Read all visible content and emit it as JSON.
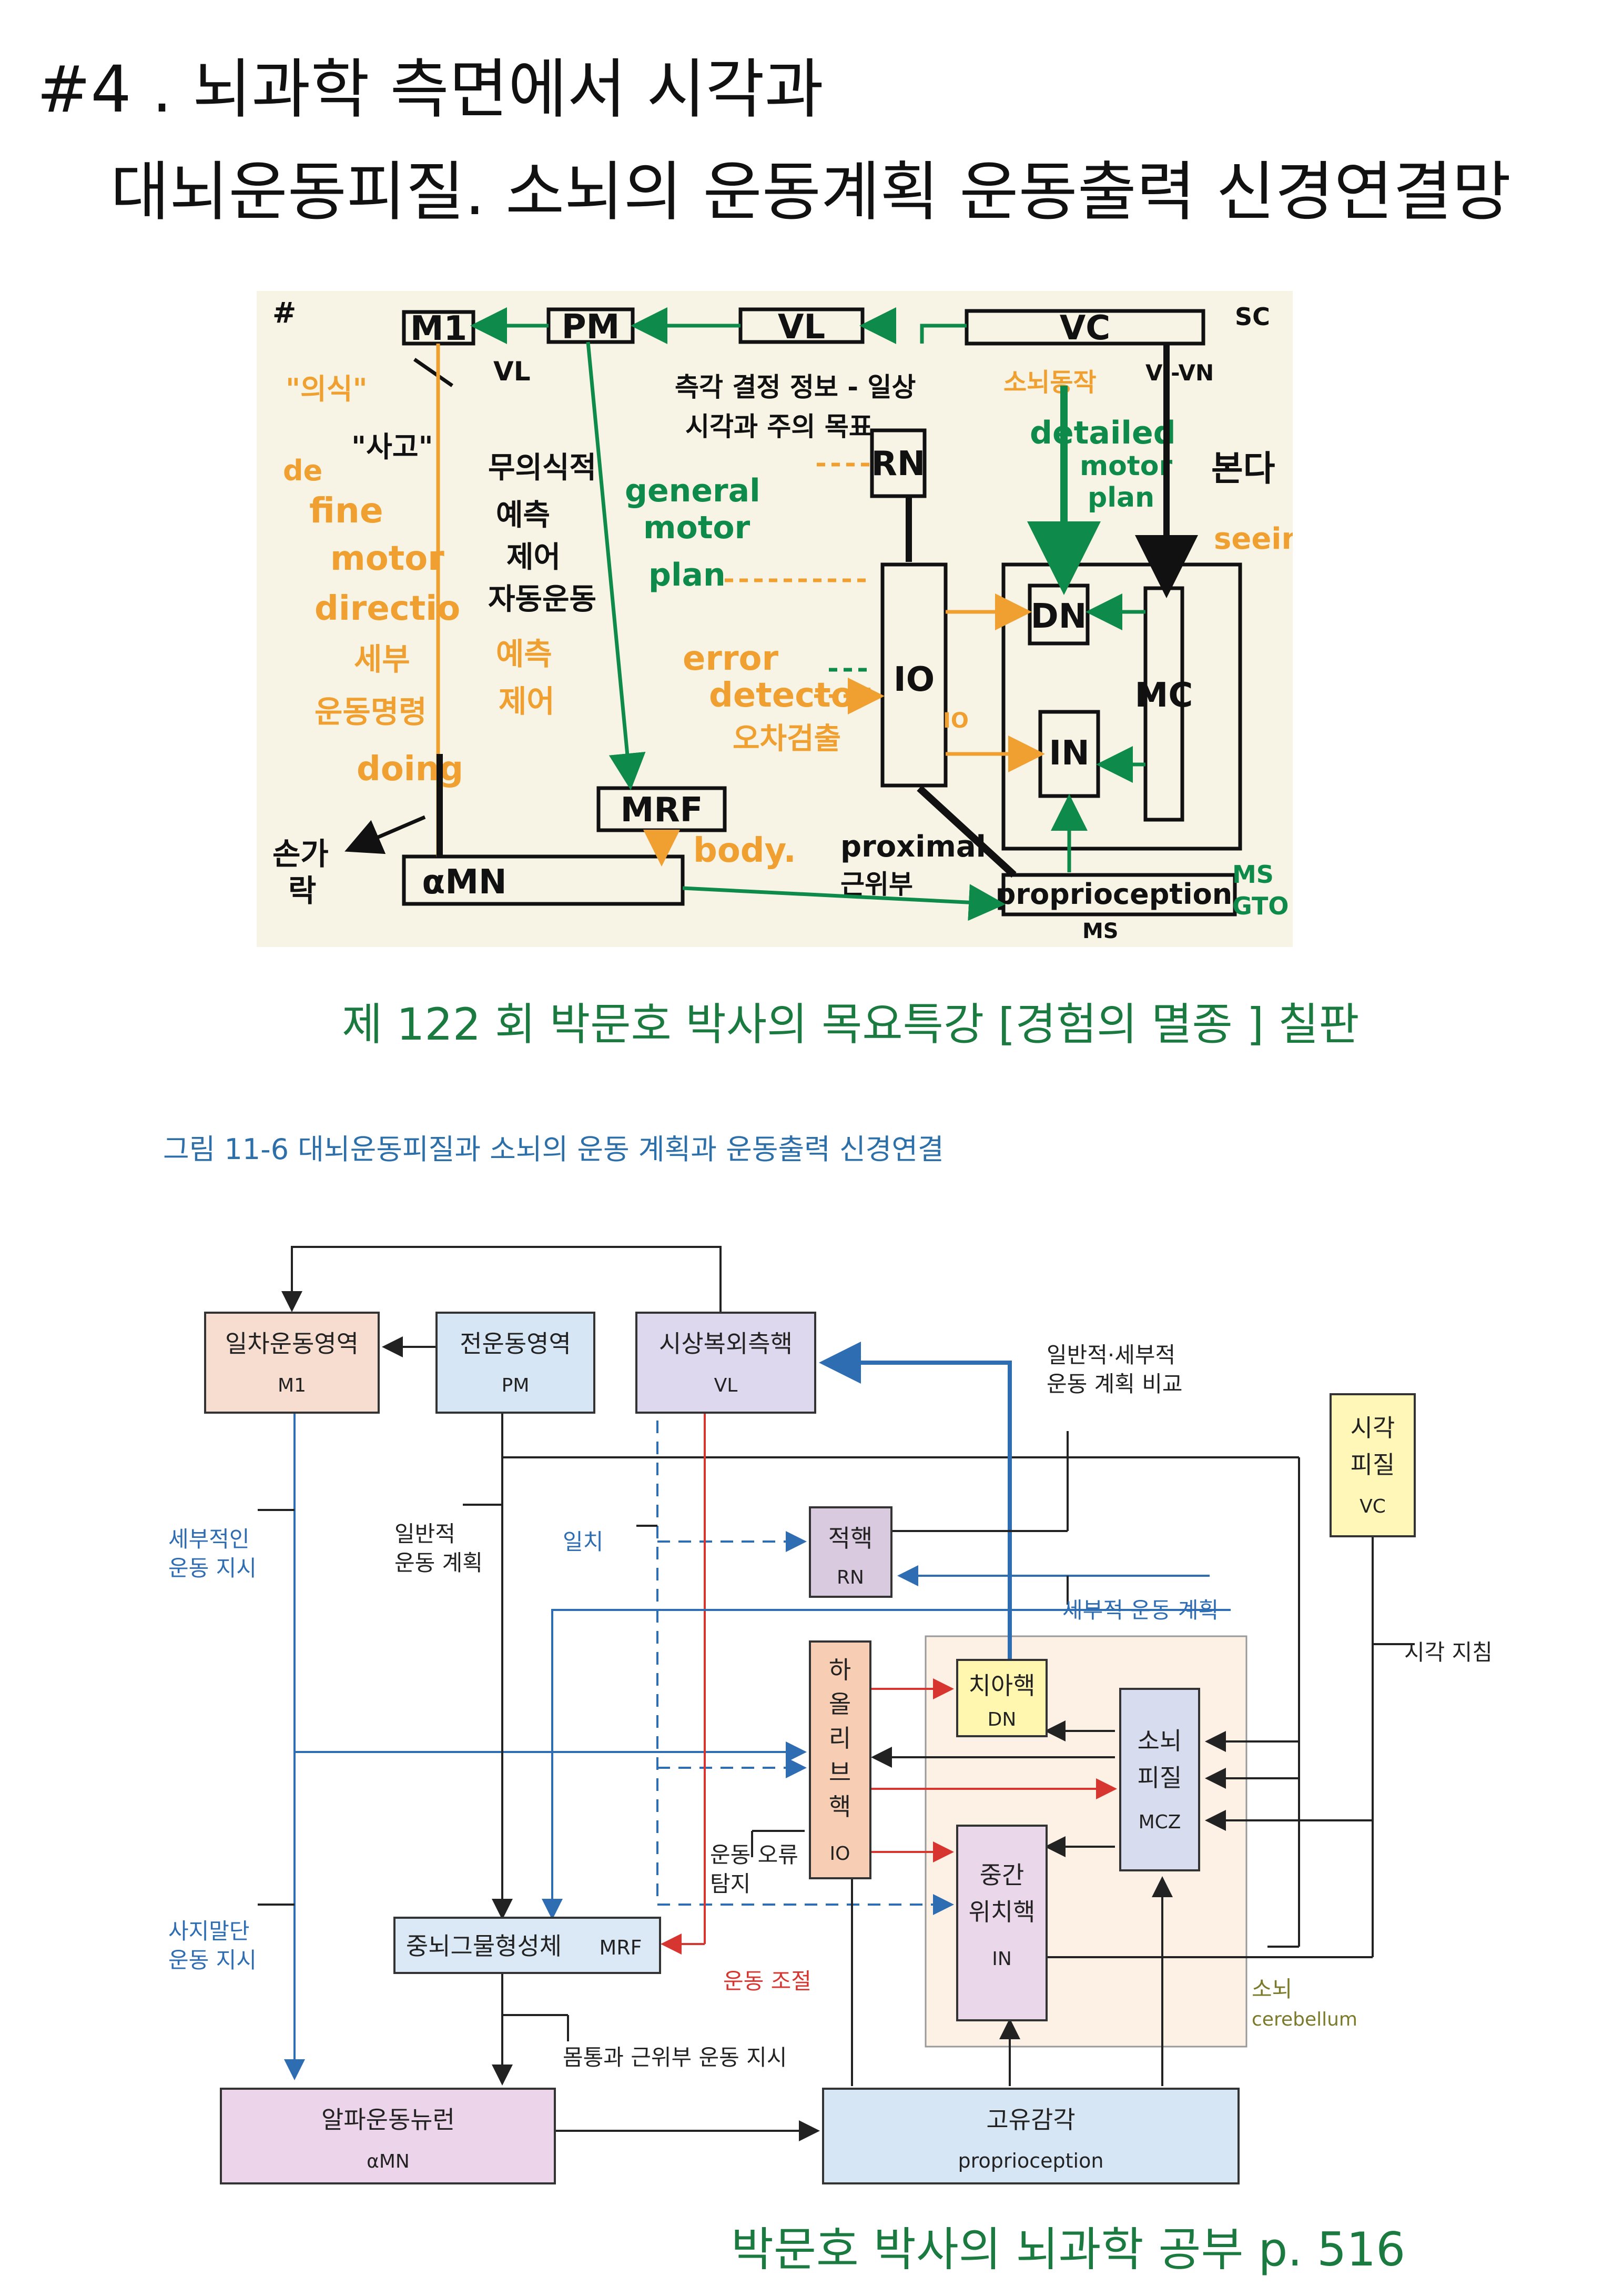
{
  "title": {
    "line1": "#4 . 뇌과학 측면에서 시각과",
    "line2": "대뇌운동피질. 소뇌의 운동계획 운동출력 신경연결망"
  },
  "whiteboard": {
    "boxes": {
      "m1": "M1",
      "pm": "PM",
      "vl": "VL",
      "vc": "VC",
      "rn": "RN",
      "io": "IO",
      "dn": "DN",
      "in": "IN",
      "mc": "MC",
      "mrf": "MRF",
      "amn": "αMN",
      "proprio": "proprioception"
    },
    "labels": {
      "hash": "#",
      "sc": "SC",
      "vl_arrow": "VL",
      "vi_vn": "VI-VN",
      "uisik": "\"의식\"",
      "sago": "\"사고\"",
      "de": "de",
      "fine": "fine",
      "motor": "motor",
      "direction": "directio",
      "sebu": "세부",
      "undong": "운동명령",
      "doing": "doing",
      "sonkak1": "손가",
      "sonkak2": "락",
      "muisik1": "무의식적",
      "muisik2": "예측",
      "muisik3": "제어",
      "muisik4": "자동운동",
      "yecheuk": "예측",
      "jeeo": "제어",
      "general": "general",
      "motor2": "motor",
      "plan": "plan",
      "cheukgak1": "측각 결정 정보 - 일상",
      "cheukgak2": "시각과 주의 목표",
      "error": "error",
      "detector": "detector",
      "ocha": "오차검출",
      "sodong": "소뇌동작",
      "detailed": "detailed",
      "motor3": "motor",
      "plan2": "plan",
      "bongda": "본다",
      "seeing": "seeing",
      "io_note": "IO",
      "body": "body.",
      "proximal": "proximal",
      "geunwibu": "근위부",
      "ms": "MS",
      "gto": "GTO",
      "ms_small": "MS"
    }
  },
  "caption1": "제 122 회 박문호 박사의 목요특강 [경험의 멸종 ] 칠판",
  "figure": {
    "title": "그림 11-6 대뇌운동피질과 소뇌의 운동 계획과 운동출력 신경연결",
    "boxes": {
      "m1": {
        "ko": "일차운동영역",
        "en": "M1"
      },
      "pm": {
        "ko": "전운동영역",
        "en": "PM"
      },
      "vl": {
        "ko": "시상복외측핵",
        "en": "VL"
      },
      "vc": {
        "ko1": "시각",
        "ko2": "피질",
        "en": "VC"
      },
      "rn": {
        "ko": "적핵",
        "en": "RN"
      },
      "io": {
        "chars": [
          "하",
          "올",
          "리",
          "브",
          "핵"
        ],
        "en": "IO"
      },
      "dn": {
        "ko": "치아핵",
        "en": "DN"
      },
      "mcz": {
        "ko1": "소뇌",
        "ko2": "피질",
        "en": "MCZ"
      },
      "in": {
        "ko1": "중간",
        "ko2": "위치핵",
        "en": "IN"
      },
      "mrf": {
        "ko": "중뇌그물형성체",
        "en": "MRF"
      },
      "amn": {
        "ko": "알파운동뉴런",
        "en": "αMN"
      },
      "proprio": {
        "ko": "고유감각",
        "en": "proprioception"
      }
    },
    "labels": {
      "compare1": "일반적·세부적",
      "compare2": "운동 계획 비교",
      "fine1": "세부적인",
      "fine2": "운동 지시",
      "general1": "일반적",
      "general2": "운동 계획",
      "match": "일치",
      "detailed_plan": "세부적 운동 계획",
      "visual": "시각 지침",
      "error1": "운동 오류",
      "error2": "탐지",
      "distal1": "사지말단",
      "distal2": "운동 지시",
      "adjust": "운동 조절",
      "trunk": "몸통과 근위부 운동 지시",
      "cb_ko": "소뇌",
      "cb_en": "cerebellum"
    }
  },
  "caption2": "박문호 박사의 뇌과학  공부 p.  516",
  "colors": {
    "board": "#f7f4e6",
    "ink": "#111111",
    "orange": "#f0a030",
    "green": "#0e8a4a",
    "blue": "#2f6db3",
    "red": "#d6362f",
    "caption": "#1a7a40",
    "m1": "#f7ddd0",
    "pm": "#d6e6f5",
    "vl": "#ddd8ee",
    "vc": "#fff7b8",
    "rn": "#d9cae0",
    "io": "#f7cdb3",
    "dn": "#fff7b0",
    "mcz": "#d8dcef",
    "in": "#ead7ea",
    "mrf": "#dbe9f6",
    "amn": "#ecd4ea",
    "proprio": "#d6e6f5",
    "cb_area": "#fdf0e4"
  }
}
